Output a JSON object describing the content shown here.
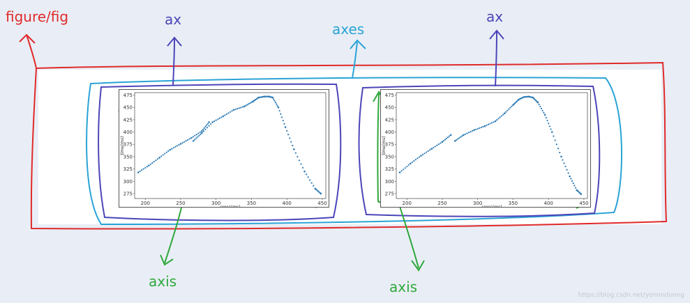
{
  "annotations": {
    "figure": "figure/fig",
    "ax_left": "ax",
    "axes": "axes",
    "ax_right": "ax",
    "axis_left": "axis",
    "axis_right": "axis"
  },
  "colors": {
    "figure": "#e02a2a",
    "ax": "#4b45b8",
    "axes": "#2aa3d6",
    "axis": "#2fa83c",
    "series": "#2c7bb6"
  },
  "watermark": "https://blog.csdn.net/yonnndonng",
  "chart_data": [
    {
      "type": "scatter",
      "xlabel": "cross(ms)",
      "ylabel": "time(ms)",
      "xlim": [
        185,
        455
      ],
      "ylim": [
        265,
        480
      ],
      "x_ticks": [
        "200",
        "250",
        "300",
        "350",
        "400",
        "450"
      ],
      "y_ticks": [
        "275",
        "300",
        "325",
        "350",
        "375",
        "400",
        "425",
        "450",
        "475"
      ],
      "segments": [
        {
          "x": [
            190,
            205,
            220,
            235,
            250,
            265,
            280,
            290
          ],
          "y": [
            318,
            332,
            348,
            364,
            376,
            388,
            402,
            420
          ]
        },
        {
          "x": [
            268,
            280,
            295,
            310,
            325,
            340,
            352,
            360,
            368,
            375,
            380,
            388,
            398,
            410,
            425,
            440,
            448
          ],
          "y": [
            382,
            398,
            420,
            432,
            445,
            452,
            462,
            470,
            472,
            472,
            470,
            450,
            410,
            365,
            320,
            285,
            275
          ]
        }
      ]
    },
    {
      "type": "scatter",
      "xlabel": "cross(ms)",
      "ylabel": "time(ms)",
      "xlim": [
        185,
        455
      ],
      "ylim": [
        265,
        480
      ],
      "x_ticks": [
        "200",
        "250",
        "300",
        "350",
        "400",
        "450"
      ],
      "y_ticks": [
        "275",
        "300",
        "325",
        "350",
        "375",
        "400",
        "425",
        "450",
        "475"
      ],
      "segments": [
        {
          "x": [
            190,
            205,
            220,
            235,
            250,
            262
          ],
          "y": [
            318,
            336,
            352,
            366,
            380,
            394
          ]
        },
        {
          "x": [
            268,
            280,
            295,
            310,
            325,
            338,
            350,
            358,
            365,
            372,
            378,
            385,
            395,
            405,
            418,
            430,
            440,
            446
          ],
          "y": [
            382,
            394,
            404,
            412,
            422,
            438,
            455,
            466,
            471,
            472,
            470,
            460,
            435,
            400,
            350,
            310,
            282,
            274
          ]
        }
      ]
    }
  ]
}
